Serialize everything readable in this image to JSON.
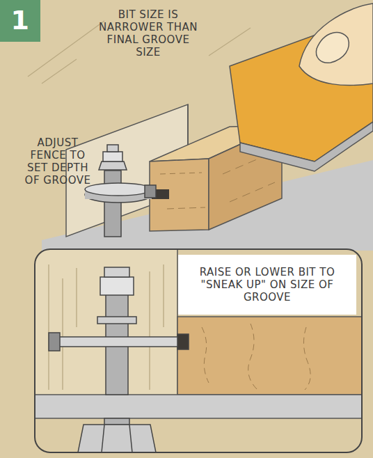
{
  "diagram": {
    "nodes": [
      {
        "text": [
          "1"
        ]
      },
      {
        "text": [
          "RAISE OR LOWER BIT TO \"SNEAK UP\" ON SIZE OF GROOVE"
        ]
      }
    ],
    "labels": [
      "BIT SIZE IS NARROWER THAN FINAL GROOVE SIZE",
      "ADJUST FENCE TO SET DEPTH OF GROOVE"
    ]
  }
}
